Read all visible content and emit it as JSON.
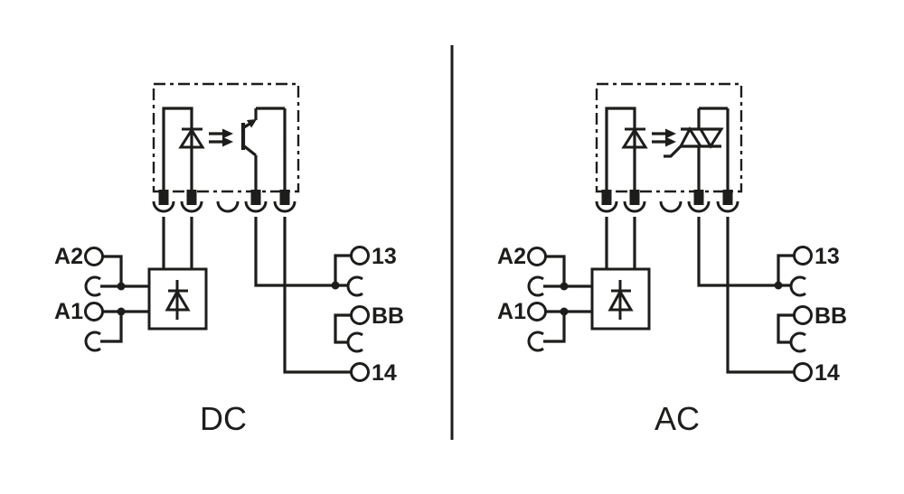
{
  "colors": {
    "line": "#1d1d1b",
    "background": "#ffffff"
  },
  "divider": {
    "type": "vertical-rule"
  },
  "diagrams": {
    "dc": {
      "caption": "DC",
      "coupler": "optocoupler-led-phototransistor",
      "input_block": "protection-diode",
      "terminals": {
        "left": [
          {
            "label": "A2"
          },
          {
            "label": "A1"
          }
        ],
        "right": [
          {
            "label": "13"
          },
          {
            "label": "BB"
          },
          {
            "label": "14"
          }
        ]
      }
    },
    "ac": {
      "caption": "AC",
      "coupler": "optocoupler-led-phototriac",
      "input_block": "protection-diode",
      "terminals": {
        "left": [
          {
            "label": "A2"
          },
          {
            "label": "A1"
          }
        ],
        "right": [
          {
            "label": "13"
          },
          {
            "label": "BB"
          },
          {
            "label": "14"
          }
        ]
      }
    }
  }
}
